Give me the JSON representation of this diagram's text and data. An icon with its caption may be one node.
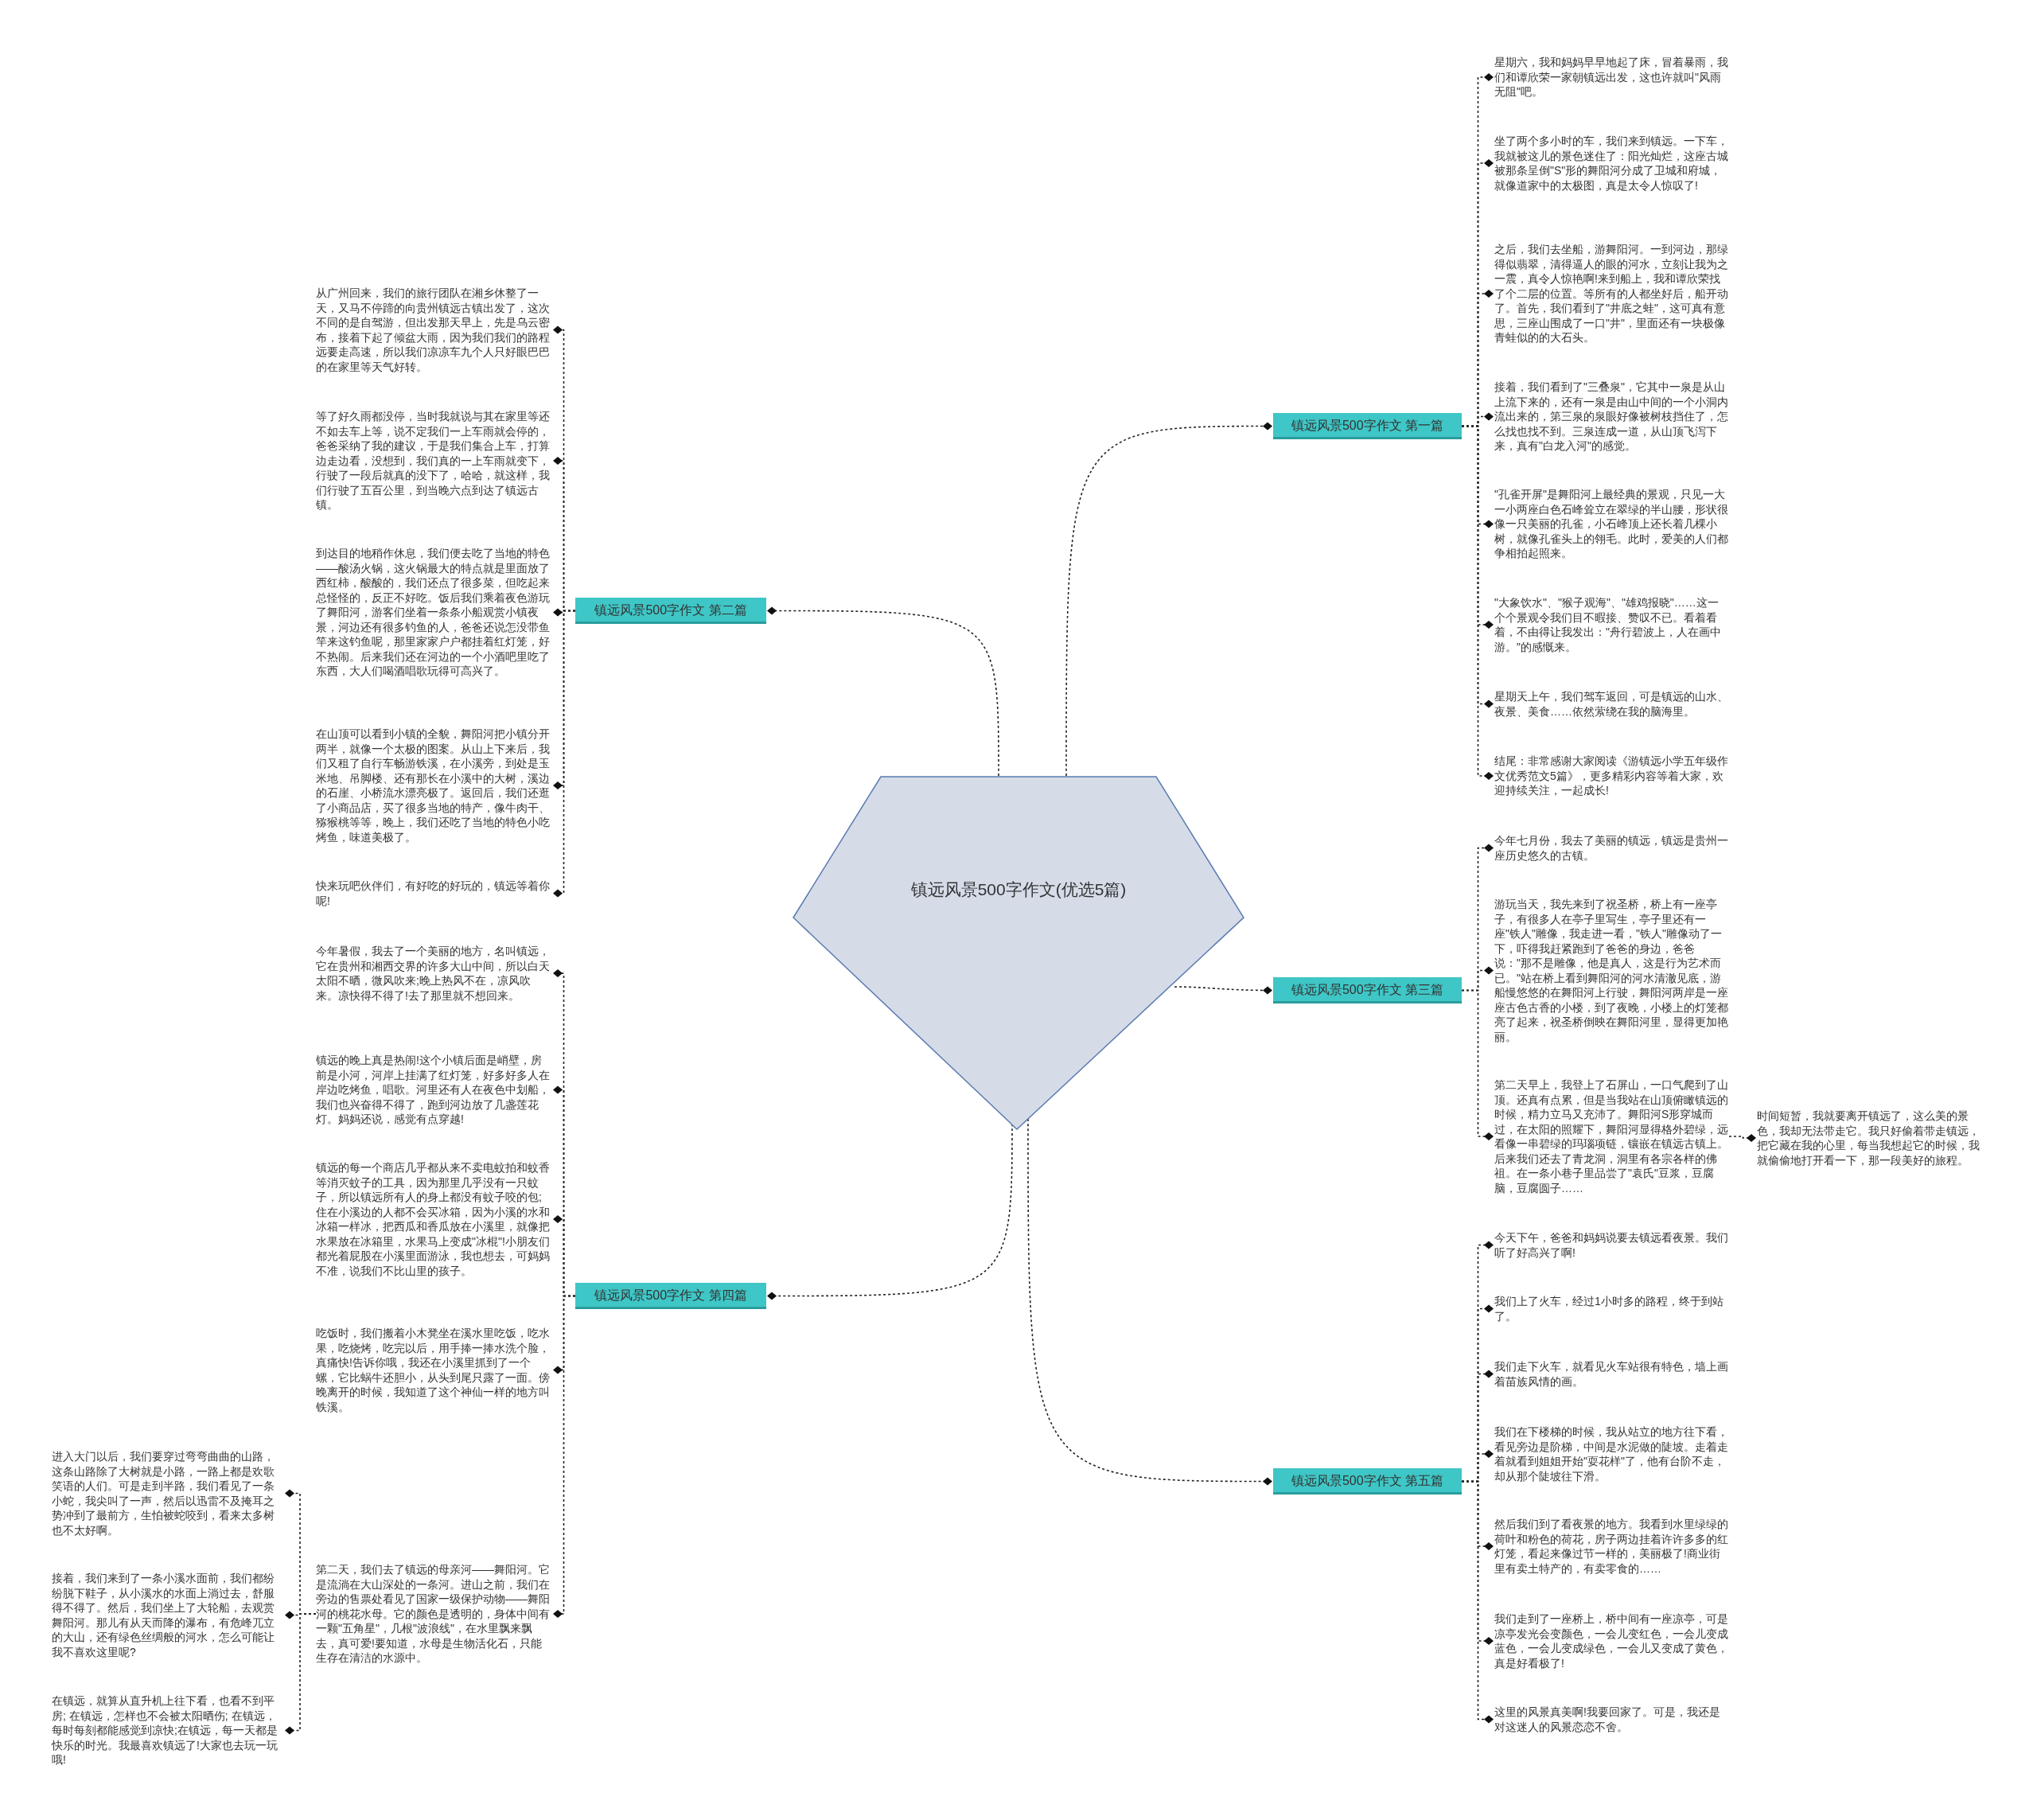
{
  "diagram": {
    "nodes": [
      {
        "text": [
          "镇远风景500字作文(优选5篇)"
        ]
      },
      {
        "text": [
          "镇远风景500字作文 第一篇"
        ]
      },
      {
        "text": [
          "星期六，我和妈妈早早地起了床，冒着暴雨，我们和谭欣荣一家朝镇远出发，这也许就叫\"风雨无阻\"吧。"
        ]
      },
      {
        "text": [
          "坐了两个多小时的车，我们来到镇远。一下车，我就被这儿的景色迷住了：阳光灿烂，这座古城被那条呈倒\"S\"形的舞阳河分成了卫城和府城，就像道家中的太极图，真是太令人惊叹了!"
        ]
      },
      {
        "text": [
          "之后，我们去坐船，游舞阳河。一到河边，那绿得似翡翠，清得逼人的眼的河水，立刻让我为之一震，真令人惊艳啊!来到船上，我和谭欣荣找了个二层的位置。等所有的人都坐好后，船开动了。首先，我们看到了\"井底之蛙\"，这可真有意思，三座山围成了一口\"井\"，里面还有一块极像青蛙似的的大石头。"
        ]
      },
      {
        "text": [
          "接着，我们看到了\"三叠泉\"，它其中一泉是从山上流下来的，还有一泉是由山中间的一个小洞内流出来的，第三泉的泉眼好像被树枝挡住了，怎么找也找不到。三泉连成一道，从山顶飞泻下来，真有\"白龙入河\"的感觉。"
        ]
      },
      {
        "text": [
          "\"孔雀开屏\"是舞阳河上最经典的景观，只见一大一小两座白色石峰耸立在翠绿的半山腰，形状很像一只美丽的孔雀，小石峰顶上还长着几棵小树，就像孔雀头上的翎毛。此时，爱美的人们都争相拍起照来。"
        ]
      },
      {
        "text": [
          "\"大象饮水\"、\"猴子观海\"、\"雄鸡报晓\"……这一个个景观令我们目不暇接、赞叹不已。看着看着，不由得让我发出：\"舟行碧波上，人在画中游。\"的感慨来。"
        ]
      },
      {
        "text": [
          "星期天上午，我们驾车返回，可是镇远的山水、夜景、美食……依然萦绕在我的脑海里。"
        ]
      },
      {
        "text": [
          "结尾：非常感谢大家阅读《游镇远小学五年级作文优秀范文5篇》，更多精彩内容等着大家，欢迎持续关注，一起成长!"
        ]
      },
      {
        "text": [
          "镇远风景500字作文 第二篇"
        ]
      },
      {
        "text": [
          "从广州回来，我们的旅行团队在湘乡休整了一天，又马不停蹄的向贵州镇远古镇出发了，这次不同的是自驾游，但出发那天早上，先是乌云密布，接着下起了倾盆大雨，因为我们我们的路程远要走高速，所以我们凉凉车九个人只好眼巴巴的在家里等天气好转。"
        ]
      },
      {
        "text": [
          "等了好久雨都没停，当时我就说与其在家里等还不如去车上等，说不定我们一上车雨就会停的，爸爸采纳了我的建议，于是我们集合上车，打算边走边看，没想到，我们真的一上车雨就变下，行驶了一段后就真的没下了，哈哈，就这样，我们行驶了五百公里，到当晚六点到达了镇远古镇。"
        ]
      },
      {
        "text": [
          "到达目的地稍作休息，我们便去吃了当地的特色——酸汤火锅，这火锅最大的特点就是里面放了西红柿，酸酸的，我们还点了很多菜，但吃起来总怪怪的，反正不好吃。饭后我们乘着夜色游玩了舞阳河，游客们坐着一条条小船观赏小镇夜景，河边还有很多钓鱼的人，爸爸还说怎没带鱼竿来这钓鱼呢，那里家家户户都挂着红灯笼，好不热闹。后来我们还在河边的一个小酒吧里吃了东西，大人们喝酒唱歌玩得可高兴了。"
        ]
      },
      {
        "text": [
          "在山顶可以看到小镇的全貌，舞阳河把小镇分开两半，就像一个太极的图案。从山上下来后，我们又租了自行车畅游铁溪，在小溪旁，到处是玉米地、吊脚楼、还有那长在小溪中的大树，溪边的石崖、小桥流水漂亮极了。返回后，我们还逛了小商品店，买了很多当地的特产，像牛肉干、猕猴桃等等，晚上，我们还吃了当地的特色小吃烤鱼，味道美极了。"
        ]
      },
      {
        "text": [
          "快来玩吧伙伴们，有好吃的好玩的，镇远等着你呢!"
        ]
      },
      {
        "text": [
          "镇远风景500字作文 第三篇"
        ]
      },
      {
        "text": [
          "今年七月份，我去了美丽的镇远，镇远是贵州一座历史悠久的古镇。"
        ]
      },
      {
        "text": [
          "游玩当天，我先来到了祝圣桥，桥上有一座亭子，有很多人在亭子里写生，亭子里还有一座\"铁人\"雕像，我走进一看，\"铁人\"雕像动了一下，吓得我赶紧跑到了爸爸的身边，爸爸说：\"那不是雕像，他是真人，这是行为艺术而已。\"站在桥上看到舞阳河的河水清澈见底，游船慢悠悠的在舞阳河上行驶，舞阳河两岸是一座座古色古香的小楼，到了夜晚，小楼上的灯笼都亮了起来，祝圣桥倒映在舞阳河里，显得更加艳丽。"
        ]
      },
      {
        "text": [
          "第二天早上，我登上了石屏山，一口气爬到了山顶。还真有点累，但是当我站在山顶俯瞰镇远的时候，精力立马又充沛了。舞阳河S形穿城而过，在太阳的照耀下，舞阳河显得格外碧绿，远看像一串碧绿的玛瑙项链，镶嵌在镇远古镇上。后来我们还去了青龙洞，洞里有各宗各样的佛祖。在一条小巷子里品尝了\"袁氏\"豆浆，豆腐脑，豆腐圆子……"
        ]
      },
      {
        "text": [
          "时间短暂，我就要离开镇远了，这么美的景色，我却无法带走它。我只好偷着带走镇远，把它藏在我的心里，每当我想起它的时候，我就偷偷地打开看一下，那一段美好的旅程。"
        ]
      },
      {
        "text": [
          "镇远风景500字作文 第四篇"
        ]
      },
      {
        "text": [
          "今年暑假，我去了一个美丽的地方，名叫镇远，它在贵州和湘西交界的许多大山中间，所以白天太阳不晒，微风吹来;晚上热风不在，凉风吹来。凉快得不得了!去了那里就不想回来。"
        ]
      },
      {
        "text": [
          "镇远的晚上真是热闹!这个小镇后面是峭壁，房前是小河，河岸上挂满了红灯笼，好多好多人在岸边吃烤鱼，唱歌。河里还有人在夜色中划船，我们也兴奋得不得了，跑到河边放了几盏莲花灯。妈妈还说，感觉有点穿越!"
        ]
      },
      {
        "text": [
          "镇远的每一个商店几乎都从来不卖电蚊拍和蚊香等消灭蚊子的工具，因为那里几乎没有一只蚊子，所以镇远所有人的身上都没有蚊子咬的包;住在小溪边的人都不会买冰箱，因为小溪的水和冰箱一样冰，把西瓜和香瓜放在小溪里，就像把水果放在冰箱里，水果马上变成\"冰棍\"!小朋友们都光着屁股在小溪里面游泳，我也想去，可妈妈不准，说我们不比山里的孩子。"
        ]
      },
      {
        "text": [
          "吃饭时，我们搬着小木凳坐在溪水里吃饭，吃水果，吃烧烤，吃完以后，用手捧一捧水洗个脸，真痛快!告诉你哦，我还在小溪里抓到了一个螺，它比蜗牛还胆小，从头到尾只露了一面。傍晚离开的时候，我知道了这个神仙一样的地方叫铁溪。"
        ]
      },
      {
        "text": [
          "第二天，我们去了镇远的母亲河——舞阳河。它是流淌在大山深处的一条河。进山之前，我们在旁边的售票处看见了国家一级保护动物——舞阳河的桃花水母。它的颜色是透明的，身体中间有一颗\"五角星\"，几根\"波浪线\"，在水里飘来飘去，真可爱!要知道，水母是生物活化石，只能生存在清洁的水源中。"
        ]
      },
      {
        "text": [
          "进入大门以后，我们要穿过弯弯曲曲的山路，这条山路除了大树就是小路，一路上都是欢歌笑语的人们。可是走到半路，我们看见了一条小蛇，我尖叫了一声，然后以迅雷不及掩耳之势冲到了最前方，生怕被蛇咬到，看来太多树也不太好啊。"
        ]
      },
      {
        "text": [
          "接着，我们来到了一条小溪水面前，我们都纷纷脱下鞋子，从小溪水的水面上淌过去，舒服得不得了。然后，我们坐上了大轮船，去观赏舞阳河。那儿有从天而降的瀑布，有危峰兀立的大山，还有绿色丝绸般的河水，怎么可能让我不喜欢这里呢?"
        ]
      },
      {
        "text": [
          "在镇远，就算从直升机上往下看，也看不到平房; 在镇远，怎样也不会被太阳晒伤; 在镇远，每时每刻都能感觉到凉快;在镇远，每一天都是快乐的时光。我最喜欢镇远了!大家也去玩一玩哦!"
        ]
      },
      {
        "text": [
          "镇远风景500字作文 第五篇"
        ]
      },
      {
        "text": [
          "今天下午，爸爸和妈妈说要去镇远看夜景。我们听了好高兴了啊!"
        ]
      },
      {
        "text": [
          "我们上了火车，经过1小时多的路程，终于到站了。"
        ]
      },
      {
        "text": [
          "我们走下火车，就看见火车站很有特色，墙上画着苗族风情的画。"
        ]
      },
      {
        "text": [
          "我们在下楼梯的时候，我从站立的地方往下看，看见旁边是阶梯，中间是水泥做的陡坡。走着走着就看到姐姐开始\"耍花样\"了，他有台阶不走，却从那个陡坡往下滑。"
        ]
      },
      {
        "text": [
          "然后我们到了看夜景的地方。我看到水里绿绿的荷叶和粉色的荷花，房子两边挂着许许多多的红灯笼，看起来像过节一样的，美丽极了!商业街里有卖土特产的，有卖零食的……"
        ]
      },
      {
        "text": [
          "我们走到了一座桥上，桥中间有一座凉亭，可是凉亭发光会变颜色，一会儿变红色，一会儿变成蓝色，一会儿变成绿色，一会儿又变成了黄色，真是好看极了!"
        ]
      },
      {
        "text": [
          "这里的风景真美啊!我要回家了。可是，我还是对这迷人的风景恋恋不舍。"
        ]
      }
    ],
    "edges": [
      {
        "from": 0,
        "to": 1,
        "arrow": "other"
      },
      {
        "from": 1,
        "to": 2,
        "arrow": "other"
      },
      {
        "from": 1,
        "to": 3,
        "arrow": "other"
      },
      {
        "from": 1,
        "to": 4,
        "arrow": "other"
      },
      {
        "from": 1,
        "to": 5,
        "arrow": "other"
      },
      {
        "from": 1,
        "to": 6,
        "arrow": "other"
      },
      {
        "from": 1,
        "to": 7,
        "arrow": "other"
      },
      {
        "from": 1,
        "to": 8,
        "arrow": "other"
      },
      {
        "from": 1,
        "to": 9,
        "arrow": "other"
      },
      {
        "from": 0,
        "to": 10,
        "arrow": "other"
      },
      {
        "from": 10,
        "to": 11,
        "arrow": "other"
      },
      {
        "from": 10,
        "to": 12,
        "arrow": "other"
      },
      {
        "from": 10,
        "to": 13,
        "arrow": "other"
      },
      {
        "from": 10,
        "to": 14,
        "arrow": "other"
      },
      {
        "from": 10,
        "to": 15,
        "arrow": "other"
      },
      {
        "from": 0,
        "to": 16,
        "arrow": "other"
      },
      {
        "from": 16,
        "to": 17,
        "arrow": "other"
      },
      {
        "from": 16,
        "to": 18,
        "arrow": "other"
      },
      {
        "from": 16,
        "to": 19,
        "arrow": "other"
      },
      {
        "from": 19,
        "to": 20,
        "arrow": "other"
      },
      {
        "from": 0,
        "to": 21,
        "arrow": "other"
      },
      {
        "from": 21,
        "to": 22,
        "arrow": "other"
      },
      {
        "from": 21,
        "to": 23,
        "arrow": "other"
      },
      {
        "from": 21,
        "to": 24,
        "arrow": "other"
      },
      {
        "from": 21,
        "to": 25,
        "arrow": "other"
      },
      {
        "from": 21,
        "to": 26,
        "arrow": "other"
      },
      {
        "from": 26,
        "to": 27,
        "arrow": "other"
      },
      {
        "from": 26,
        "to": 28,
        "arrow": "other"
      },
      {
        "from": 26,
        "to": 29,
        "arrow": "other"
      },
      {
        "from": 0,
        "to": 30,
        "arrow": "other"
      },
      {
        "from": 30,
        "to": 31,
        "arrow": "other"
      },
      {
        "from": 30,
        "to": 32,
        "arrow": "other"
      },
      {
        "from": 30,
        "to": 33,
        "arrow": "other"
      },
      {
        "from": 30,
        "to": 34,
        "arrow": "other"
      },
      {
        "from": 30,
        "to": 35,
        "arrow": "other"
      },
      {
        "from": 30,
        "to": 36,
        "arrow": "other"
      },
      {
        "from": 30,
        "to": 37,
        "arrow": "other"
      }
    ]
  }
}
